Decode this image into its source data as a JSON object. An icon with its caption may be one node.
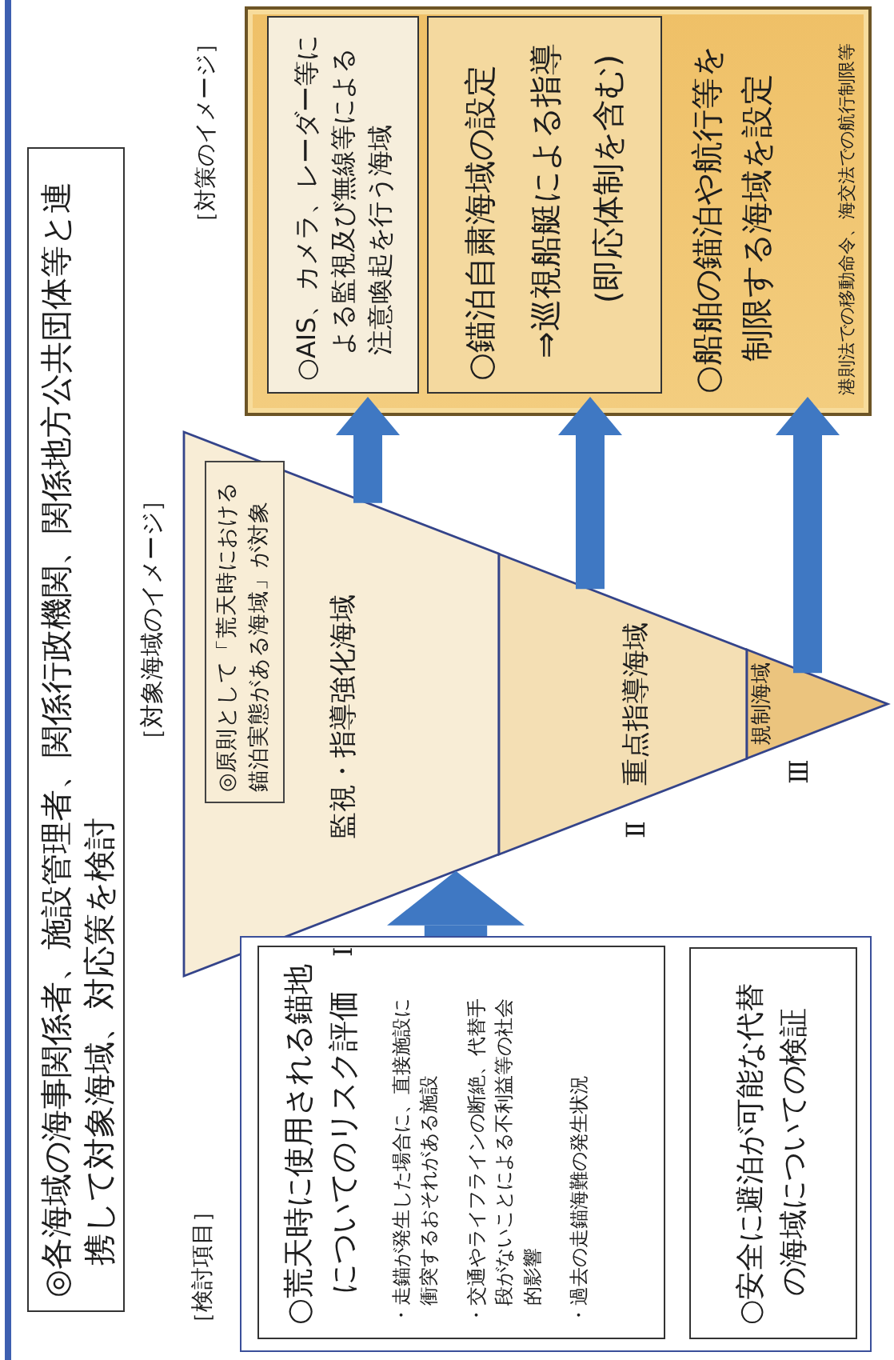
{
  "diagram": {
    "nodes": [
      {
        "text": [
          "◎各海域の海事関係者、施設管理者、関係行政機関、関係地方公共団体等と連携して対象海域、対応策を検討"
        ]
      },
      {
        "text": [
          "監視・指導強化海域"
        ],
        "beside": [
          "Ⅰ"
        ]
      },
      {
        "text": [
          "◎原則として「荒天時における錨泊実態がある海域」が対象"
        ],
        "in": 1
      },
      {
        "text": [
          "重点指導海域"
        ],
        "beside": [
          "Ⅱ"
        ]
      },
      {
        "text": [
          "規制海域"
        ],
        "beside": [
          "Ⅲ"
        ]
      },
      {
        "text": [
          "［検討項目］"
        ]
      },
      {
        "text": [
          "○荒天時に使用される錨地についてのリスク評価",
          "・走錨が発生した場合に、直接施設に衝突するおそれがある施設",
          "・交通やライフラインの断絶、代替手段がないことによる不利益等の社会的影響",
          "・過去の走錨海難の発生状況"
        ],
        "in": 5
      },
      {
        "text": [
          "○安全に避泊が可能な代替の海域についての検証"
        ],
        "in": 5
      },
      {
        "text": [
          "［対策のイメージ］"
        ]
      },
      {
        "text": [
          "○AIS、カメラ、レーダー等による監視及び無線等による注意喚起を行う海域"
        ],
        "in": 8
      },
      {
        "text": [
          "○錨泊自粛海域の設定",
          "⇒巡視船艇による指導",
          "(即応体制を含む)"
        ],
        "in": 8
      },
      {
        "text": [
          "○船舶の錨泊や航行等を制限する海域を設定"
        ],
        "in": 8
      }
    ],
    "edges": [
      {
        "from": 5,
        "to": 1,
        "arrow": "to",
        "style": "thick"
      },
      {
        "from": 1,
        "to": 9,
        "arrow": "to"
      },
      {
        "from": 3,
        "to": 10,
        "arrow": "to"
      },
      {
        "from": 4,
        "to": 11,
        "arrow": "to"
      }
    ],
    "labels": [
      "［対象海域のイメージ］",
      "港則法での移動命令、海交法での航行制限等"
    ]
  }
}
